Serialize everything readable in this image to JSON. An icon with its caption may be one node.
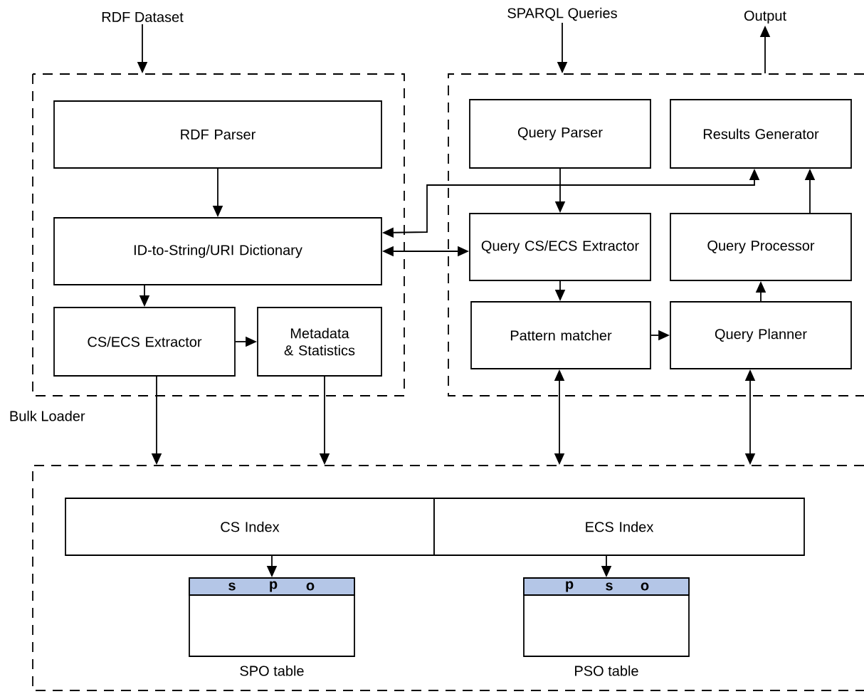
{
  "diagram": {
    "nodes": [
      {
        "text": [
          "RDF Dataset"
        ]
      },
      {
        "text": [
          "SPARQL Queries"
        ]
      },
      {
        "text": [
          "Output"
        ]
      },
      {
        "text": [
          "Bulk Loader"
        ]
      },
      {
        "text": [
          "RDF Parser"
        ],
        "in": 3
      },
      {
        "text": [
          "ID-to-String/URI Dictionary"
        ],
        "in": 3
      },
      {
        "text": [
          "CS/ECS Extractor"
        ],
        "in": 3
      },
      {
        "text": [
          "Metadata & Statistics"
        ],
        "in": 3
      },
      {
        "text": [],
        "shape": "box"
      },
      {
        "text": [
          "Query Parser"
        ],
        "in": 8
      },
      {
        "text": [
          "Results Generator"
        ],
        "in": 8
      },
      {
        "text": [
          "Query CS/ECS Extractor"
        ],
        "in": 8
      },
      {
        "text": [
          "Query Processor"
        ],
        "in": 8
      },
      {
        "text": [
          "Pattern matcher"
        ],
        "in": 8
      },
      {
        "text": [
          "Query Planner"
        ],
        "in": 8
      },
      {
        "text": [],
        "shape": "box"
      },
      {
        "text": [
          "CS Index"
        ],
        "in": 15
      },
      {
        "text": [
          "ECS Index"
        ],
        "in": 15
      },
      {
        "text": [
          "s",
          "p",
          "o"
        ],
        "beside": [
          "SPO table"
        ],
        "in": 15
      },
      {
        "text": [
          "p",
          "s",
          "o"
        ],
        "beside": [
          "PSO table"
        ],
        "in": 15
      }
    ],
    "edges": [
      {
        "from": 0,
        "to": 3,
        "arrow": "to"
      },
      {
        "from": 1,
        "to": 8,
        "arrow": "to"
      },
      {
        "from": 8,
        "to": 2,
        "arrow": "to"
      },
      {
        "from": 4,
        "to": 5,
        "arrow": "to"
      },
      {
        "from": 5,
        "to": 6,
        "arrow": "to"
      },
      {
        "from": 6,
        "to": 7,
        "arrow": "to"
      },
      {
        "from": 5,
        "to": 10,
        "arrow": "both"
      },
      {
        "from": 5,
        "to": 11,
        "arrow": "both"
      },
      {
        "from": 9,
        "to": 11,
        "arrow": "to"
      },
      {
        "from": 11,
        "to": 13,
        "arrow": "to"
      },
      {
        "from": 13,
        "to": 14,
        "arrow": "to"
      },
      {
        "from": 14,
        "to": 12,
        "arrow": "to"
      },
      {
        "from": 12,
        "to": 10,
        "arrow": "to"
      },
      {
        "from": 6,
        "to": 15,
        "arrow": "to"
      },
      {
        "from": 7,
        "to": 15,
        "arrow": "to"
      },
      {
        "from": 13,
        "to": 15,
        "arrow": "both"
      },
      {
        "from": 14,
        "to": 15,
        "arrow": "both"
      },
      {
        "from": 16,
        "to": 18,
        "arrow": "to"
      },
      {
        "from": 17,
        "to": 19,
        "arrow": "to"
      }
    ]
  }
}
